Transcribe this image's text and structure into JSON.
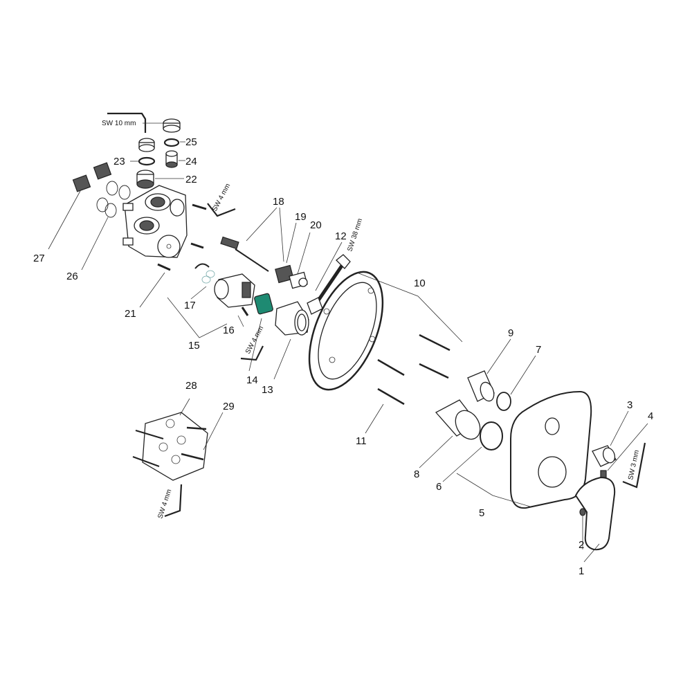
{
  "diagram": {
    "accent_color": "#1e8a72",
    "callouts": [
      {
        "id": "1",
        "label": "1"
      },
      {
        "id": "2",
        "label": "2"
      },
      {
        "id": "3",
        "label": "3"
      },
      {
        "id": "4",
        "label": "4"
      },
      {
        "id": "5",
        "label": "5"
      },
      {
        "id": "6",
        "label": "6"
      },
      {
        "id": "7",
        "label": "7"
      },
      {
        "id": "8",
        "label": "8"
      },
      {
        "id": "9",
        "label": "9"
      },
      {
        "id": "10",
        "label": "10"
      },
      {
        "id": "11",
        "label": "11"
      },
      {
        "id": "12",
        "label": "12"
      },
      {
        "id": "13",
        "label": "13"
      },
      {
        "id": "14",
        "label": "14"
      },
      {
        "id": "15",
        "label": "15"
      },
      {
        "id": "16",
        "label": "16"
      },
      {
        "id": "17",
        "label": "17"
      },
      {
        "id": "18",
        "label": "18"
      },
      {
        "id": "19",
        "label": "19"
      },
      {
        "id": "20",
        "label": "20"
      },
      {
        "id": "21",
        "label": "21"
      },
      {
        "id": "22",
        "label": "22"
      },
      {
        "id": "23",
        "label": "23"
      },
      {
        "id": "24",
        "label": "24"
      },
      {
        "id": "25",
        "label": "25"
      },
      {
        "id": "26",
        "label": "26"
      },
      {
        "id": "27",
        "label": "27"
      },
      {
        "id": "28",
        "label": "28"
      },
      {
        "id": "29",
        "label": "29"
      }
    ],
    "tools": [
      {
        "id": "sw10",
        "label": "SW 10 mm"
      },
      {
        "id": "sw4a",
        "label": "SW 4 mm"
      },
      {
        "id": "sw38",
        "label": "SW 38 mm"
      },
      {
        "id": "sw4b",
        "label": "SW 4 mm"
      },
      {
        "id": "sw3",
        "label": "SW 3 mm"
      },
      {
        "id": "sw4c",
        "label": "SW 4 mm"
      }
    ]
  }
}
